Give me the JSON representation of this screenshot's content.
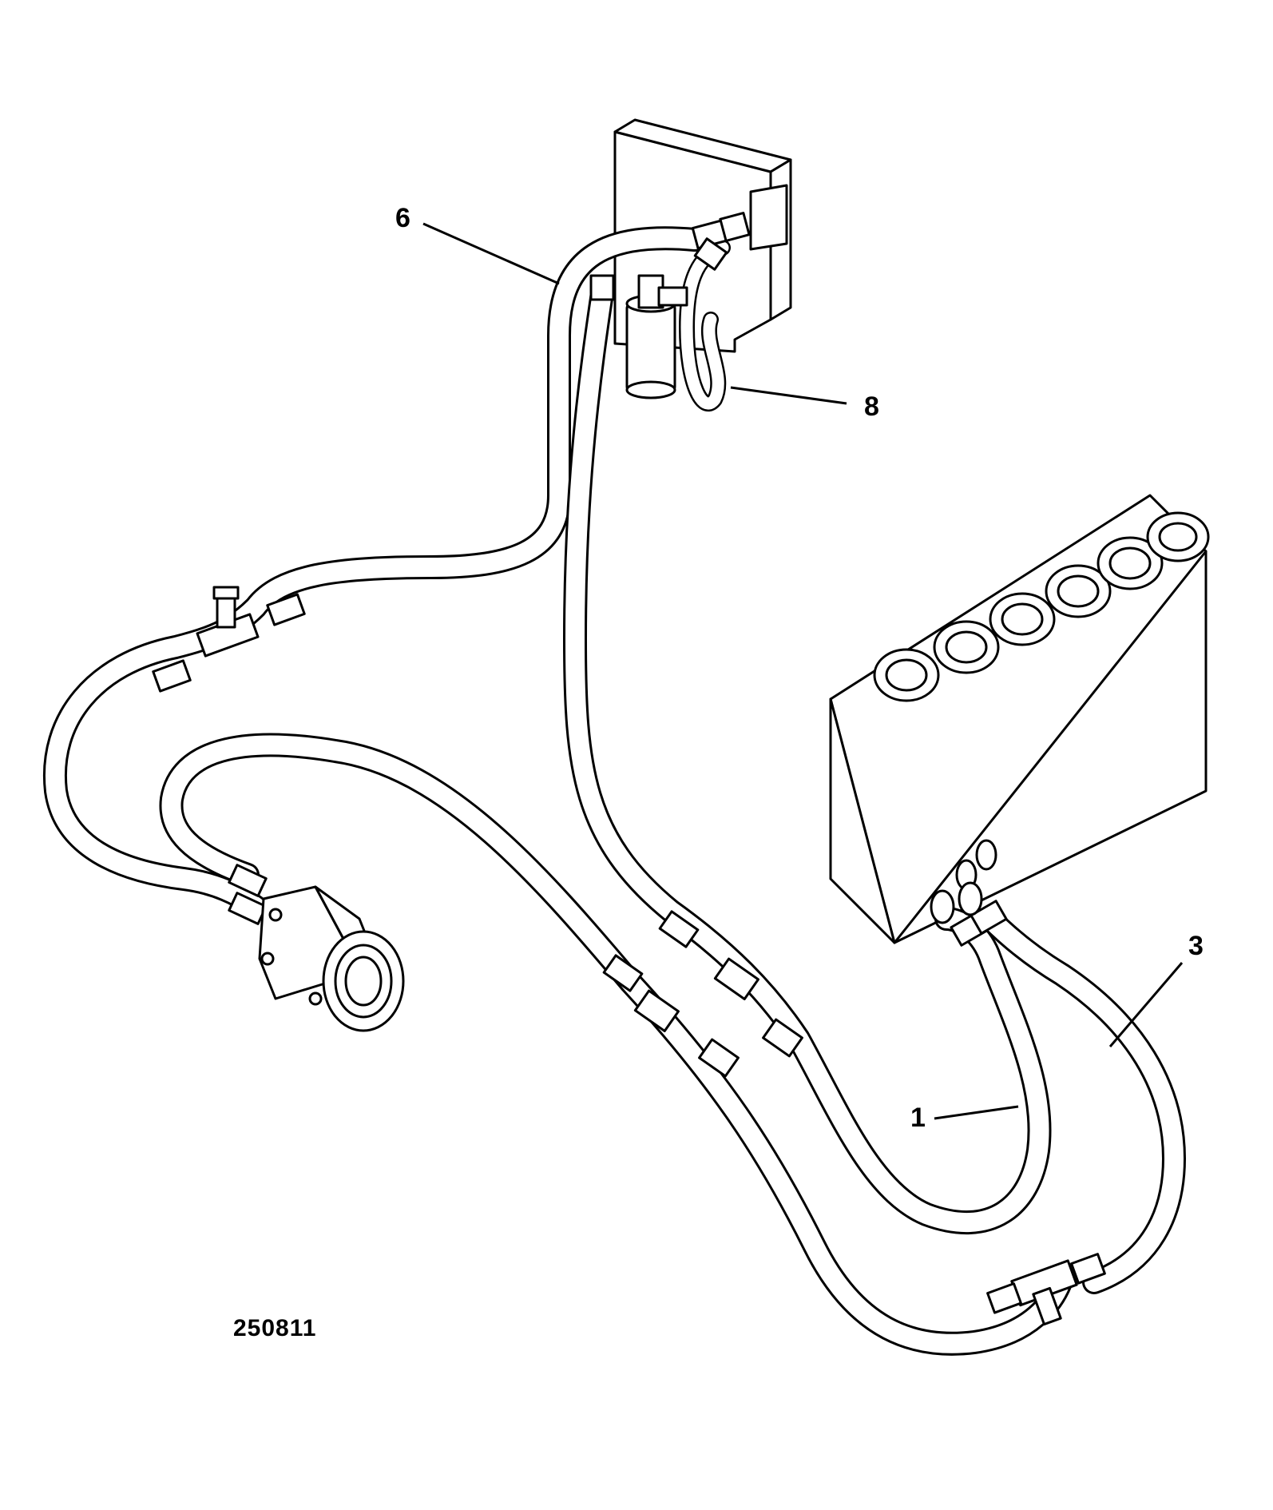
{
  "callouts": {
    "c1": "1",
    "c3": "3",
    "c6": "6",
    "c8": "8"
  },
  "figure_number": "250811"
}
